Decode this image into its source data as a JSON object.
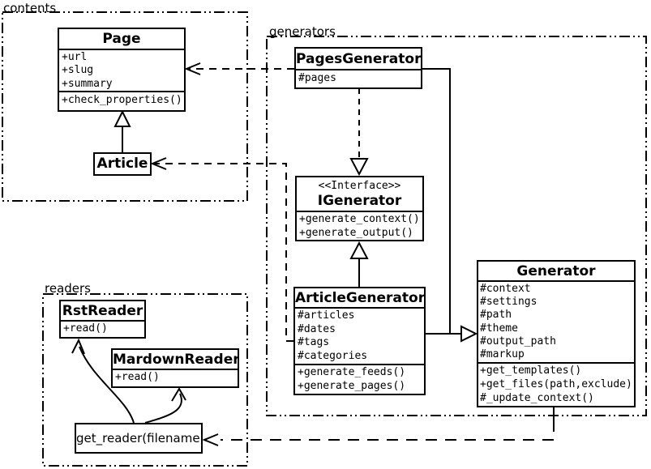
{
  "packages": {
    "contents": {
      "label": "contents"
    },
    "generators": {
      "label": "generators"
    },
    "readers": {
      "label": "readers"
    }
  },
  "classes": {
    "page": {
      "name": "Page",
      "attributes": [
        "+url",
        "+slug",
        "+summary"
      ],
      "methods": [
        "+check_properties()"
      ]
    },
    "article": {
      "name": "Article"
    },
    "pages_generator": {
      "name": "PagesGenerator",
      "attributes": [
        "#pages"
      ]
    },
    "igenerator": {
      "stereotype": "<<Interface>>",
      "name": "IGenerator",
      "methods": [
        "+generate_context()",
        "+generate_output()"
      ]
    },
    "article_generator": {
      "name": "ArticleGenerator",
      "attributes": [
        "#articles",
        "#dates",
        "#tags",
        "#categories"
      ],
      "methods": [
        "+generate_feeds()",
        "+generate_pages()"
      ]
    },
    "generator": {
      "name": "Generator",
      "attributes": [
        "#context",
        "#settings",
        "#path",
        "#theme",
        "#output_path",
        "#markup"
      ],
      "methods": [
        "+get_templates()",
        "+get_files(path,exclude)",
        "#_update_context()"
      ]
    },
    "rst_reader": {
      "name": "RstReader",
      "methods": [
        "+read()"
      ]
    },
    "mardown_reader": {
      "name": "MardownReader",
      "methods": [
        "+read()"
      ]
    },
    "get_reader": {
      "name": "get_reader(filename)"
    }
  },
  "relationships": [
    {
      "from": "Article",
      "to": "Page",
      "type": "inheritance"
    },
    {
      "from": "PagesGenerator",
      "to": "Page",
      "type": "dependency"
    },
    {
      "from": "ArticleGenerator",
      "to": "Article",
      "type": "dependency"
    },
    {
      "from": "PagesGenerator",
      "to": "IGenerator",
      "type": "realization"
    },
    {
      "from": "ArticleGenerator",
      "to": "IGenerator",
      "type": "inheritance"
    },
    {
      "from": "PagesGenerator",
      "to": "Generator",
      "type": "inheritance"
    },
    {
      "from": "ArticleGenerator",
      "to": "Generator",
      "type": "inheritance"
    },
    {
      "from": "Generator",
      "to": "get_reader(filename)",
      "type": "dependency"
    },
    {
      "from": "get_reader(filename)",
      "to": "RstReader",
      "type": "arrow"
    },
    {
      "from": "get_reader(filename)",
      "to": "MardownReader",
      "type": "arrow"
    }
  ],
  "colors": {
    "line": "#000000",
    "background": "#ffffff"
  }
}
